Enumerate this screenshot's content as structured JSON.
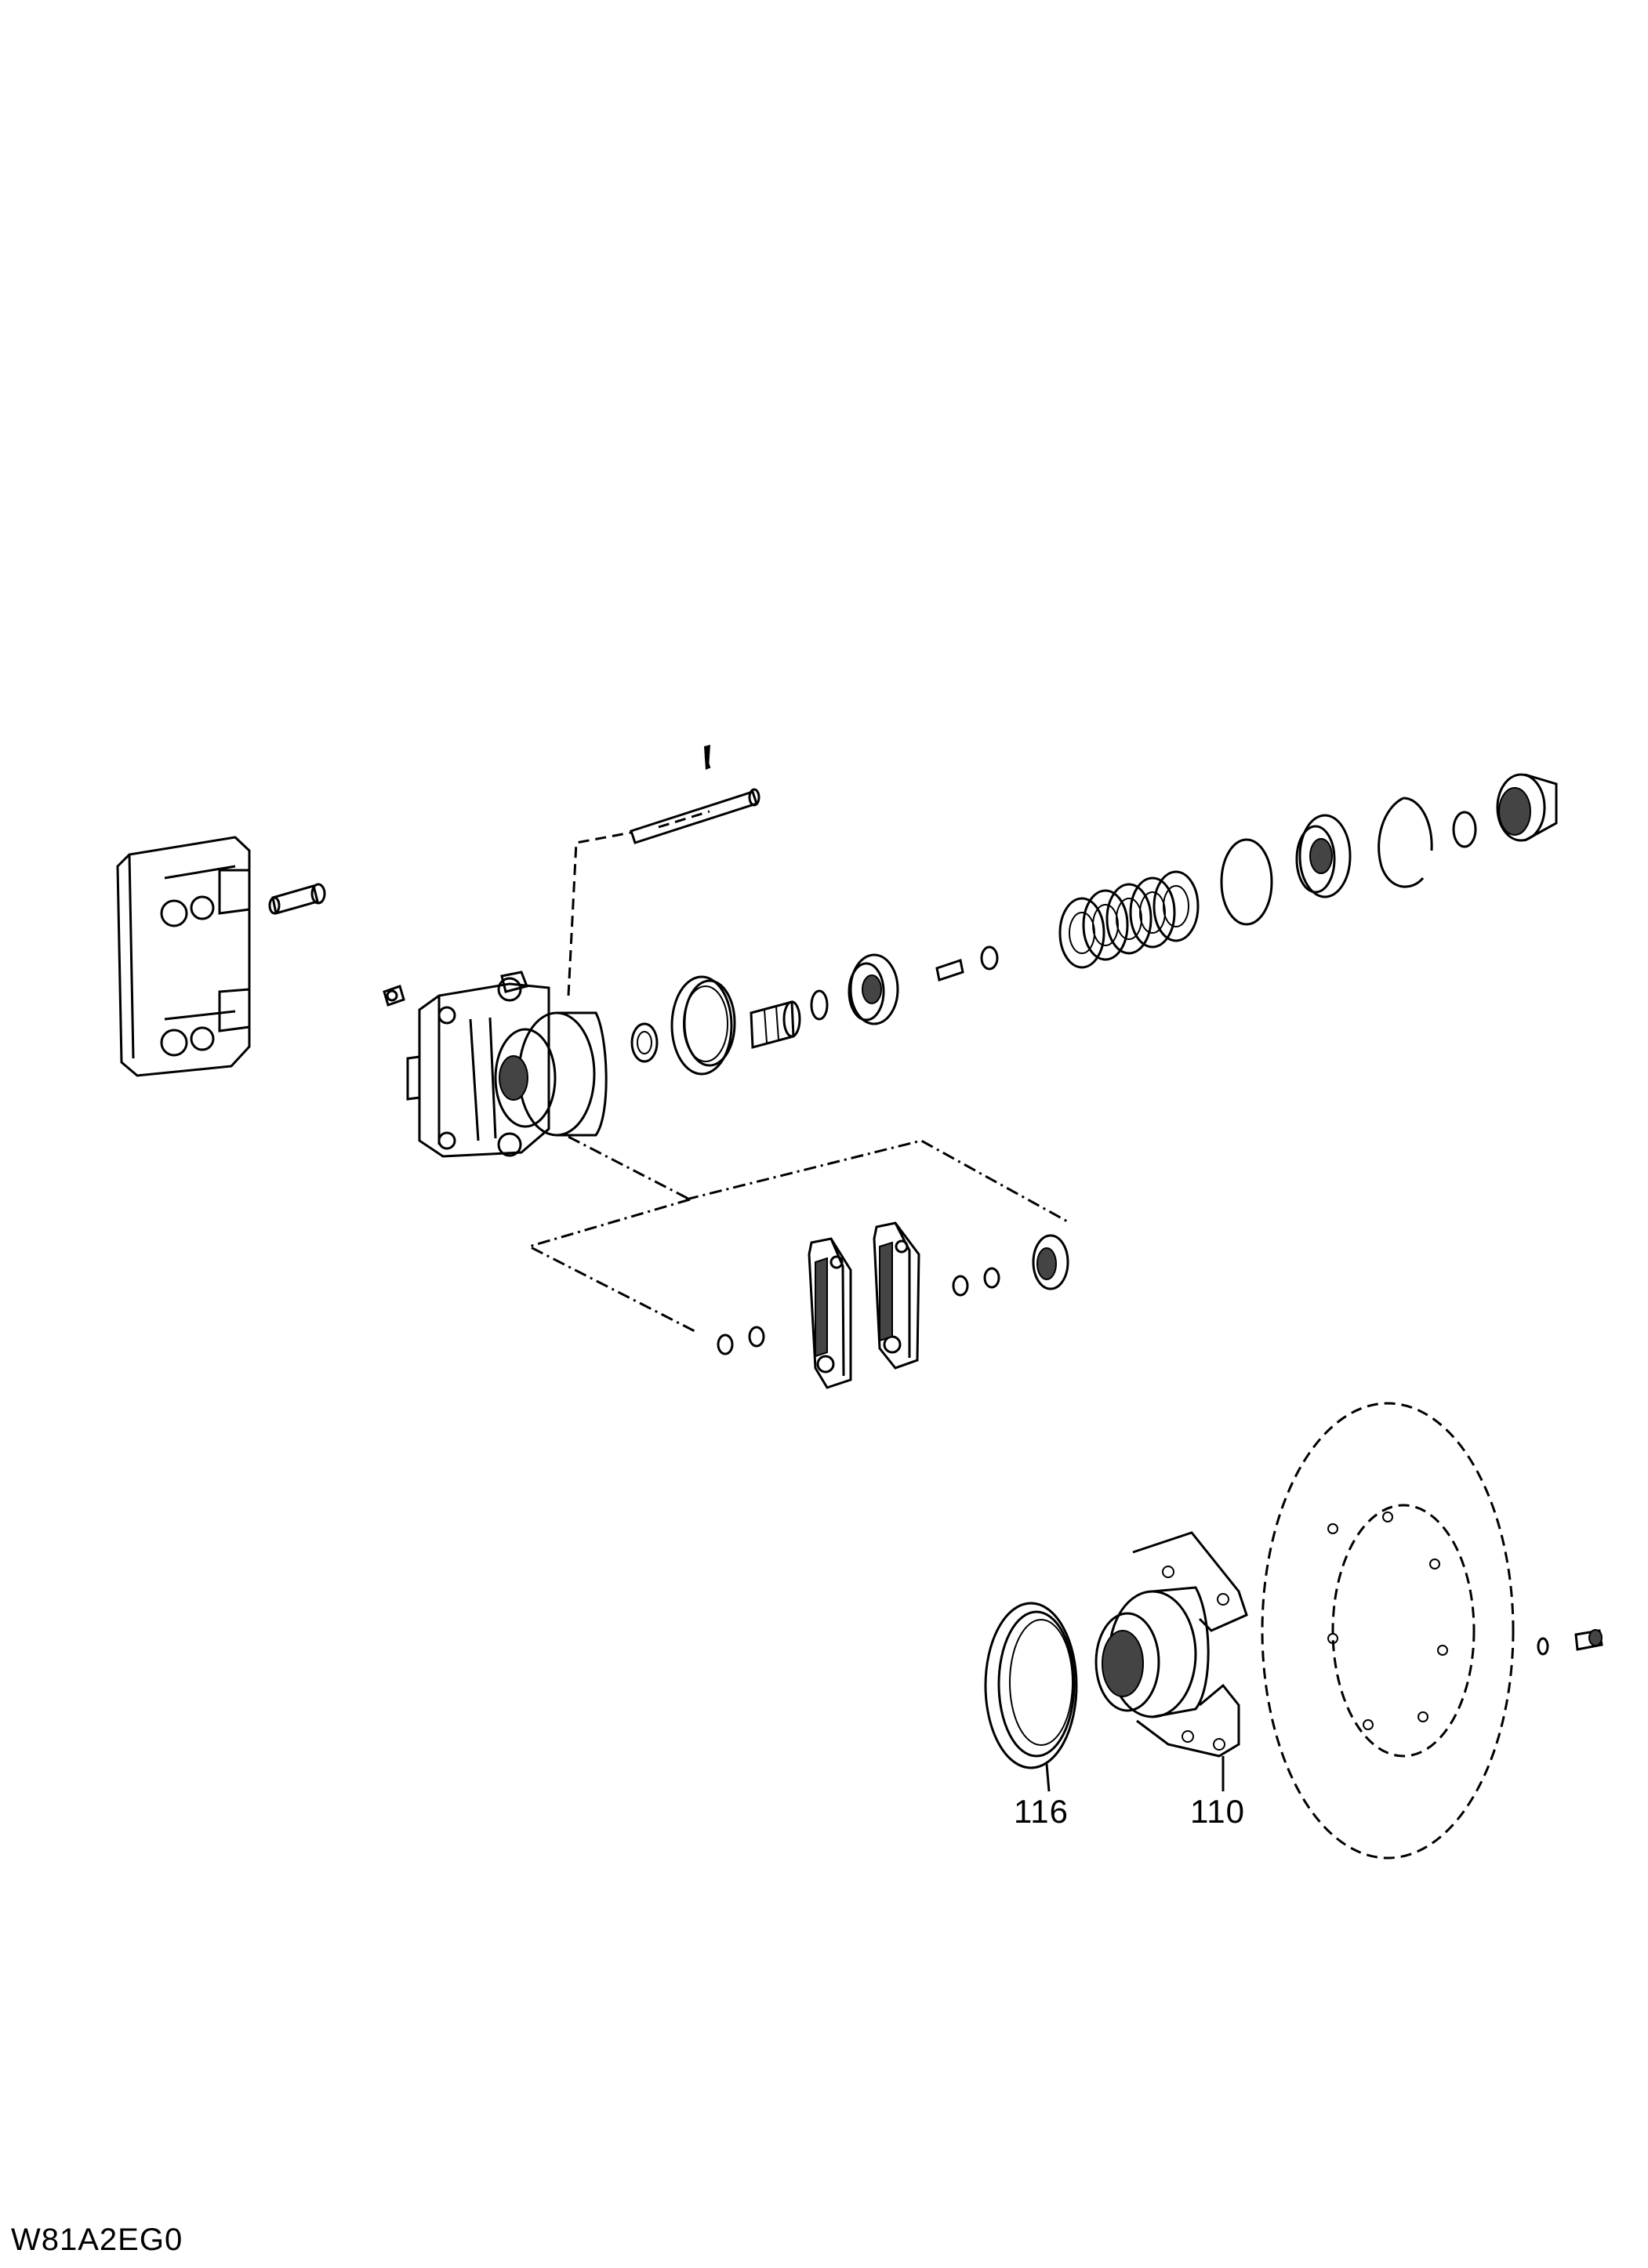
{
  "callouts": {
    "seal_ring": "116",
    "wheel_hub": "110"
  },
  "drawing_code": "W81A2EG0"
}
